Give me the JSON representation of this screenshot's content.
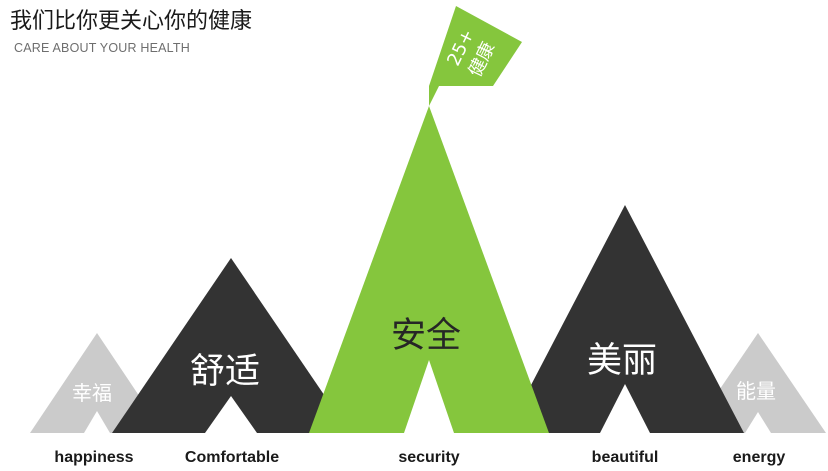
{
  "header": {
    "title": "我们比你更关心你的健康",
    "subtitle": "CARE ABOUT YOUR HEALTH"
  },
  "flag": {
    "line1": "25+",
    "line2": "健康"
  },
  "colors": {
    "grey": "#cbcbcb",
    "dark": "#333333",
    "green": "#85c63d",
    "white": "#ffffff"
  },
  "peaks": [
    {
      "label": "幸福",
      "caption": "happiness"
    },
    {
      "label": "舒适",
      "caption": "Comfortable"
    },
    {
      "label": "安全",
      "caption": "security"
    },
    {
      "label": "美丽",
      "caption": "beautiful"
    },
    {
      "label": "能量",
      "caption": "energy"
    }
  ]
}
